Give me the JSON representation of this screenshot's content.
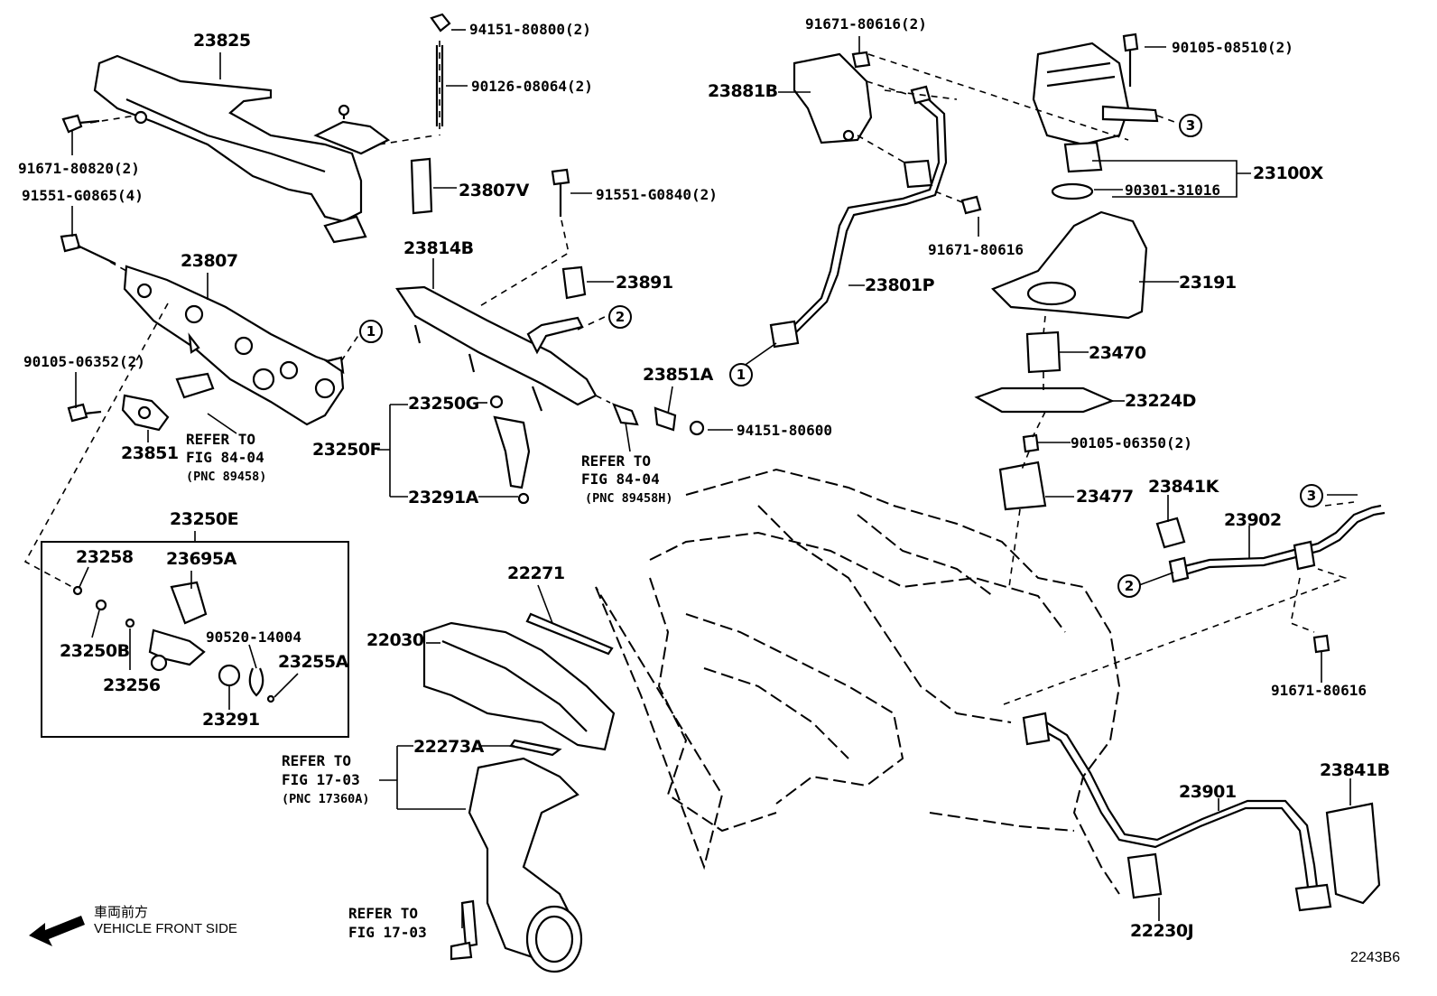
{
  "labels": {
    "p23825": "23825",
    "p94151_80800": "94151-80800(2)",
    "p90126_08064": "90126-08064(2)",
    "p91671_80820": "91671-80820(2)",
    "p91551_G0865": "91551-G0865(4)",
    "p23807V": "23807V",
    "p91551_G0840": "91551-G0840(2)",
    "p23807": "23807",
    "p23814B": "23814B",
    "p23891": "23891",
    "p90105_06352": "90105-06352(2)",
    "p23851": "23851",
    "p23250G": "23250G",
    "p23250F": "23250F",
    "p23291A": "23291A",
    "p23851A": "23851A",
    "p94151_80600": "94151-80600",
    "p23250E": "23250E",
    "p23258": "23258",
    "p23695A": "23695A",
    "p23250B": "23250B",
    "p23256": "23256",
    "p90520_14004": "90520-14004",
    "p23255A": "23255A",
    "p23291": "23291",
    "p22271": "22271",
    "p22030": "22030",
    "p22273A": "22273A",
    "p91671_80616_2": "91671-80616(2)",
    "p23881B": "23881B",
    "p90105_08510": "90105-08510(2)",
    "p23100X": "23100X",
    "p90301_31016": "90301-31016",
    "p91671_80616_a": "91671-80616",
    "p23801P": "23801P",
    "p23191": "23191",
    "p23470": "23470",
    "p23224D": "23224D",
    "p90105_06350": "90105-06350(2)",
    "p23477": "23477",
    "p23841K": "23841K",
    "p23902": "23902",
    "p91671_80616_b": "91671-80616",
    "p23901": "23901",
    "p23841B": "23841B",
    "p22230J": "22230J"
  },
  "refs": {
    "r1": {
      "l1": "REFER TO",
      "l2": "FIG 84-04",
      "l3": "(PNC 89458)"
    },
    "r2": {
      "l1": "REFER TO",
      "l2": "FIG 84-04",
      "l3": "(PNC 89458H)"
    },
    "r3": {
      "l1": "REFER TO",
      "l2": "FIG 17-03",
      "l3": "(PNC 17360A)"
    },
    "r4": {
      "l1": "REFER TO",
      "l2": "FIG 17-03"
    }
  },
  "circles": {
    "c1": "1",
    "c2": "2",
    "c3": "3"
  },
  "front_note": {
    "jp": "車両前方",
    "en": "VEHICLE FRONT SIDE"
  },
  "illustration_code": "2243B6"
}
